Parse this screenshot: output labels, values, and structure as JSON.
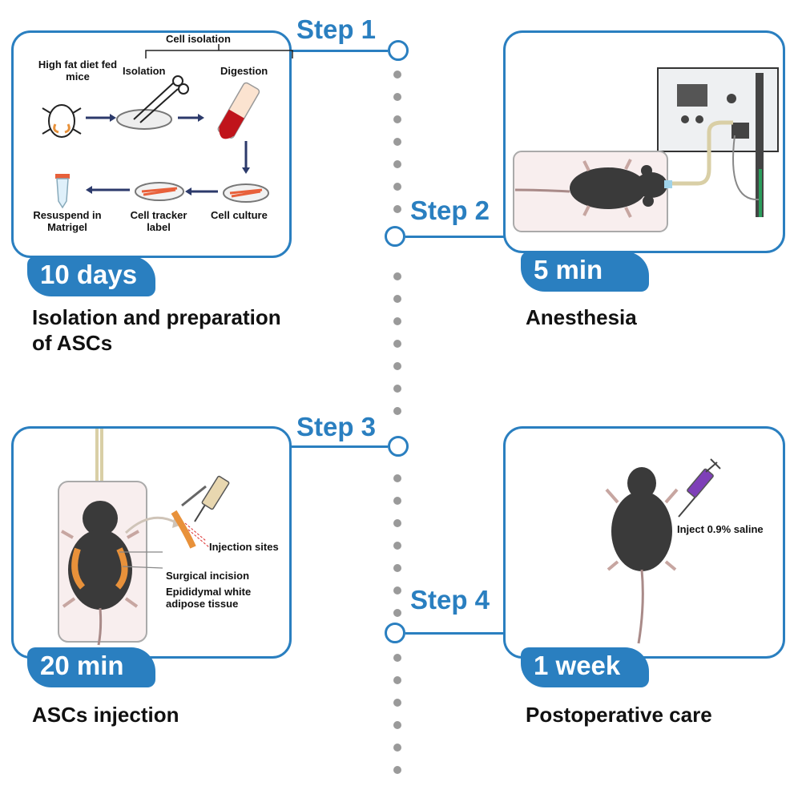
{
  "steps": [
    {
      "label": "Step 1",
      "duration": "10 days",
      "caption": "Isolation and preparation of ASCs"
    },
    {
      "label": "Step 2",
      "duration": "5 min",
      "caption": "Anesthesia"
    },
    {
      "label": "Step 3",
      "duration": "20 min",
      "caption": "ASCs injection"
    },
    {
      "label": "Step 4",
      "duration": "1 week",
      "caption": "Postoperative care"
    }
  ],
  "panel1": {
    "cell_isolation": "Cell isolation",
    "isolation": "Isolation",
    "digestion": "Digestion",
    "mice": "High fat diet fed mice",
    "resuspend": "Resuspend in Matrigel",
    "tracker": "Cell tracker label",
    "culture": "Cell culture"
  },
  "panel3": {
    "injection_sites": "Injection sites",
    "incision": "Surgical incision",
    "adipose": "Epididymal white adipose tissue"
  },
  "panel4": {
    "inject": "Inject 0.9% saline"
  },
  "colors": {
    "accent": "#2a7fc0",
    "timeline_dots": "#9a9a9a",
    "mouse": "#3a3a3a",
    "tissue": "#e8913a"
  }
}
